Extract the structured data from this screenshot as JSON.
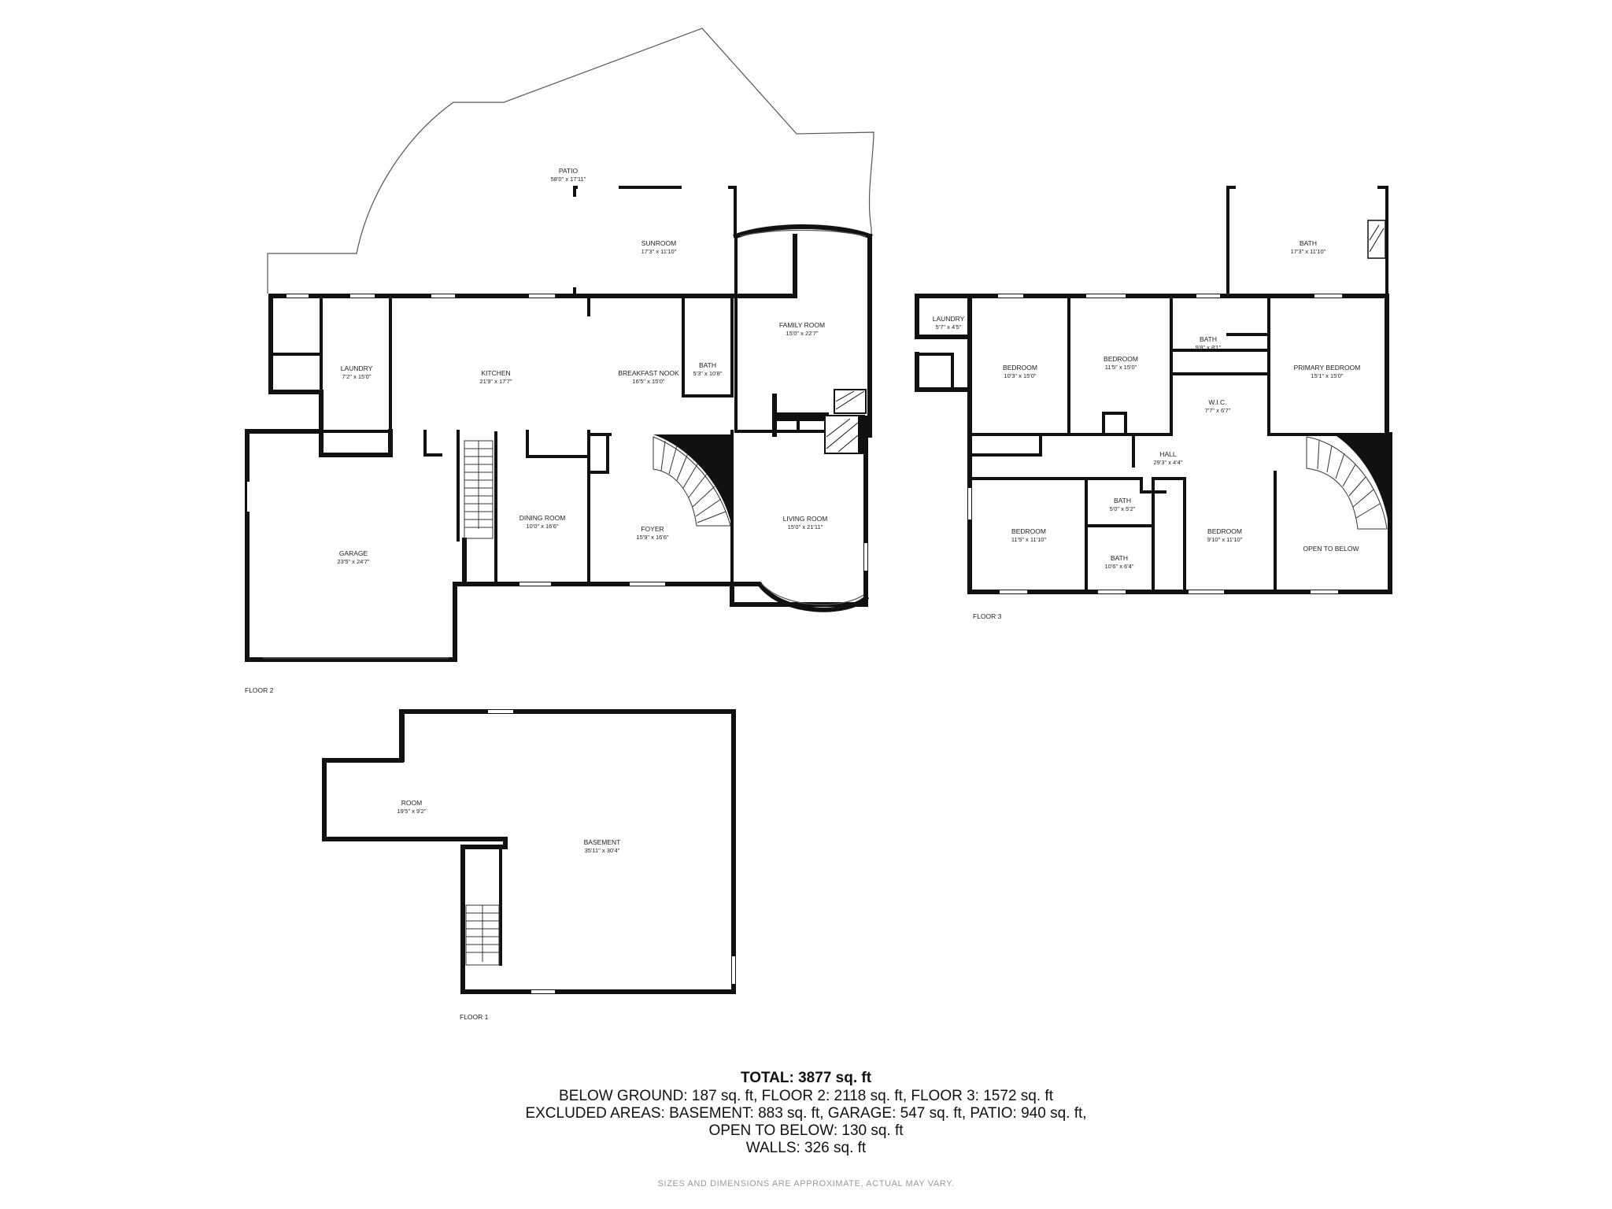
{
  "rooms": {
    "patio": {
      "name": "PATIO",
      "dim": "58'0\" x 17'11\""
    },
    "sunroom": {
      "name": "SUNROOM",
      "dim": "17'3\" x 11'10\""
    },
    "family_room": {
      "name": "FAMILY ROOM",
      "dim": "15'0\" x 22'7\""
    },
    "laundry_f2": {
      "name": "LAUNDRY",
      "dim": "7'2\" x 15'0\""
    },
    "kitchen": {
      "name": "KITCHEN",
      "dim": "21'9\" x 17'7\""
    },
    "breakfast_nook": {
      "name": "BREAKFAST NOOK",
      "dim": "16'5\" x 15'0\""
    },
    "bath_f2": {
      "name": "BATH",
      "dim": "5'3\" x 10'8\""
    },
    "garage": {
      "name": "GARAGE",
      "dim": "23'5\" x 24'7\""
    },
    "dining_room": {
      "name": "DINING ROOM",
      "dim": "10'0\" x 16'6\""
    },
    "foyer": {
      "name": "FOYER",
      "dim": "15'9\" x 16'6\""
    },
    "living_room": {
      "name": "LIVING ROOM",
      "dim": "15'0\" x 21'11\""
    },
    "bath_f3_top": {
      "name": "BATH",
      "dim": "17'3\" x 11'10\""
    },
    "laundry_f3": {
      "name": "LAUNDRY",
      "dim": "5'7\" x 4'5\""
    },
    "bedroom_a": {
      "name": "BEDROOM",
      "dim": "10'3\" x 15'0\""
    },
    "bedroom_b": {
      "name": "BEDROOM",
      "dim": "11'5\" x 15'0\""
    },
    "bath_f3_b": {
      "name": "BATH",
      "dim": "9'8\" x 8'1\""
    },
    "primary_bedroom": {
      "name": "PRIMARY BEDROOM",
      "dim": "15'1\" x 15'0\""
    },
    "wic": {
      "name": "W.I.C.",
      "dim": "7'7\" x 6'7\""
    },
    "hall": {
      "name": "HALL",
      "dim": "29'3\" x 4'4\""
    },
    "bedroom_c": {
      "name": "BEDROOM",
      "dim": "11'5\" x 11'10\""
    },
    "bath_f3_c": {
      "name": "BATH",
      "dim": "5'0\" x 5'2\""
    },
    "bath_f3_d": {
      "name": "BATH",
      "dim": "10'6\" x 6'4\""
    },
    "bedroom_d": {
      "name": "BEDROOM",
      "dim": "9'10\" x 11'10\""
    },
    "open_to_below": {
      "name": "OPEN TO BELOW",
      "dim": ""
    },
    "room_f1": {
      "name": "ROOM",
      "dim": "19'5\" x 9'2\""
    },
    "basement": {
      "name": "BASEMENT",
      "dim": "35'11\" x 30'4\""
    }
  },
  "floors": {
    "floor2": "FLOOR 2",
    "floor3": "FLOOR 3",
    "floor1": "FLOOR 1"
  },
  "summary": {
    "total": "TOTAL: 3877 sq. ft",
    "line1": "BELOW GROUND: 187 sq. ft, FLOOR 2: 2118 sq. ft, FLOOR 3: 1572 sq. ft",
    "line2": "EXCLUDED AREAS: BASEMENT: 883 sq. ft, GARAGE: 547 sq. ft, PATIO: 940 sq. ft,",
    "line3": "OPEN TO BELOW: 130 sq. ft",
    "line4": "WALLS: 326 sq. ft"
  },
  "disclaimer": "SIZES AND DIMENSIONS ARE APPROXIMATE, ACTUAL MAY VARY."
}
